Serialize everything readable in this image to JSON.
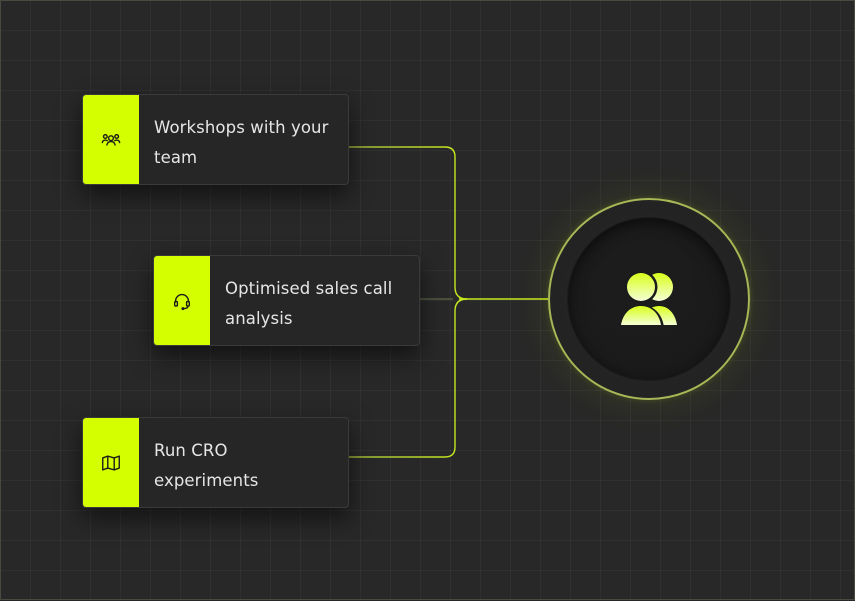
{
  "cards": [
    {
      "label": "Workshops with your team",
      "icon": "team-icon"
    },
    {
      "label": "Optimised sales call analysis",
      "icon": "headset-icon"
    },
    {
      "label": "Run CRO experiments",
      "icon": "map-icon"
    }
  ],
  "hub": {
    "icon": "users-icon"
  },
  "colors": {
    "accent": "#d4ff00",
    "background": "#282828",
    "card": "#262626",
    "text": "#e6e6e6"
  }
}
